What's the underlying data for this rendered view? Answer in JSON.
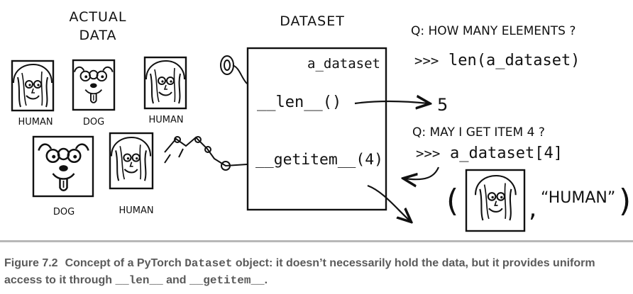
{
  "diagram": {
    "actual_data_heading": [
      "ACTUAL",
      "DATA"
    ],
    "dataset_heading": "DATASET",
    "dataset_name": "a_dataset",
    "len_method": "__len__()",
    "getitem_method": "__getitem__(4)",
    "items": [
      {
        "label": "HUMAN",
        "kind": "human"
      },
      {
        "label": "DOG",
        "kind": "dog"
      },
      {
        "label": "HUMAN",
        "kind": "human"
      },
      {
        "label": "DOG",
        "kind": "dog"
      },
      {
        "label": "HUMAN",
        "kind": "human"
      }
    ],
    "question_1": "Q: HOW MANY ELEMENTS ?",
    "code_1_prompt": ">>>",
    "code_1": "len(a_dataset)",
    "answer_1": "5",
    "question_2": "Q: MAY I GET ITEM 4 ?",
    "code_2_prompt": ">>>",
    "code_2": "a_dataset[4]",
    "result_open": "(",
    "result_comma": ",",
    "result_label": "“HUMAN”",
    "result_close": ")"
  },
  "caption": {
    "figure_number": "Figure 7.2",
    "text_1": "Concept of a PyTorch ",
    "code_1": "Dataset",
    "text_2": " object: it doesn’t necessarily hold the data, but it provides uniform access to it through ",
    "code_2": "__len__",
    "text_3": " and ",
    "code_3": "__getitem__",
    "text_4": "."
  }
}
